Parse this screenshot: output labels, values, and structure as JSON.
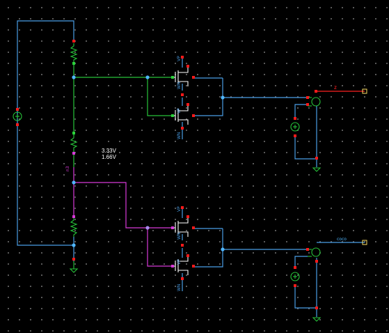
{
  "schematic": {
    "annotations": {
      "voltage_top": "3.33V",
      "voltage_bottom": "1.66V",
      "node_mid_label": "n3",
      "output_top_label": "z",
      "output_bottom_label": "coco"
    },
    "pin_labels": {
      "drain": "VP",
      "well": "WN"
    },
    "colors": {
      "wire_blue": "#4a9ee6",
      "wire_green": "#27c43a",
      "wire_magenta": "#d83ad8",
      "wire_red": "#ff2020",
      "node_red": "#ff1a1a",
      "node_cyan": "#4fb6ff",
      "node_green": "#2bd23a",
      "resistor": "#27c43a",
      "mosfet": "#ffffff",
      "ground": "#27c43a",
      "output_port": "#ffe066"
    }
  }
}
